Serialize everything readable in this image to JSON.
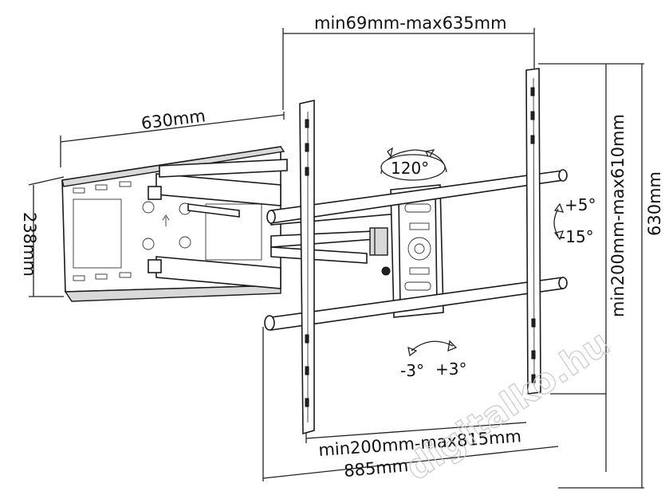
{
  "dimensions": {
    "vesa_horizontal": "min69mm-max635mm",
    "wall_plate_width": "630mm",
    "wall_plate_height": "238mm",
    "vesa_vertical": "min200mm-max610mm",
    "total_height": "630mm",
    "vesa_horizontal_bottom": "min200mm-max815mm",
    "max_extension": "885mm"
  },
  "angles": {
    "rotation": "120°",
    "tilt_up": "+5°",
    "tilt_down": "-15°",
    "level_left": "-3°",
    "level_right": "+3°"
  },
  "watermark": "digitalko.hu"
}
